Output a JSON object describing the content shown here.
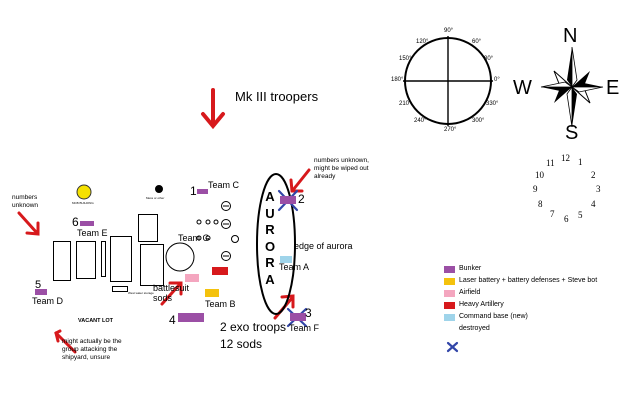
{
  "colors": {
    "bunker": "#9b4fa5",
    "laser": "#f4c20d",
    "airfield": "#f4a6bf",
    "artillery": "#d7191c",
    "command": "#9fd4ea",
    "destroyed": "#3246a8",
    "arrow": "#d7191c"
  },
  "labels": {
    "mk3": "Mk III troopers",
    "aurora_letters": [
      "A",
      "U",
      "R",
      "O",
      "R",
      "A"
    ],
    "edge": "edge of aurora",
    "unknown_right": "numbers unknown,\nmight be wiped out\nalready",
    "unknown_left": "numbers\nunknown",
    "vacant": "VACANT LOT",
    "maybe": "might actually be the\ngroup attacking the\nshipyard, unsure",
    "exo1": "2 exo troops",
    "exo2": "12 sods",
    "battlesuit": "battlesuit\nsods",
    "bldg_mcb": "MCB BUILDING",
    "bldg_mess": "Mess or other",
    "bldg_west": "West water storage"
  },
  "teams": [
    {
      "num": "1",
      "name": "Team C"
    },
    {
      "num": "2",
      "name": "Team A"
    },
    {
      "num": "3",
      "name": "Team F"
    },
    {
      "num": "4",
      "name": "Team B"
    },
    {
      "num": "5",
      "name": "Team D"
    },
    {
      "num": "6",
      "name": "Team E"
    },
    {
      "num": "",
      "name": "Team G"
    }
  ],
  "compass": {
    "n": "N",
    "s": "S",
    "e": "E",
    "w": "W"
  },
  "degrees": [
    "0°",
    "30°",
    "60°",
    "90°",
    "120°",
    "150°",
    "180°",
    "210°",
    "240°",
    "270°",
    "300°",
    "330°"
  ],
  "clock": [
    "12",
    "1",
    "2",
    "3",
    "4",
    "5",
    "6",
    "7",
    "8",
    "9",
    "10",
    "11"
  ],
  "legend": [
    {
      "label": "Bunker",
      "color": "#9b4fa5"
    },
    {
      "label": "Laser battery + battery defenses + Steve bot",
      "color": "#f4c20d"
    },
    {
      "label": "Airfield",
      "color": "#f4a6bf"
    },
    {
      "label": "Heavy Artillery",
      "color": "#d7191c"
    },
    {
      "label": "Command base (new)",
      "color": "#9fd4ea"
    },
    {
      "label": "destroyed",
      "color": "#3246a8"
    }
  ]
}
